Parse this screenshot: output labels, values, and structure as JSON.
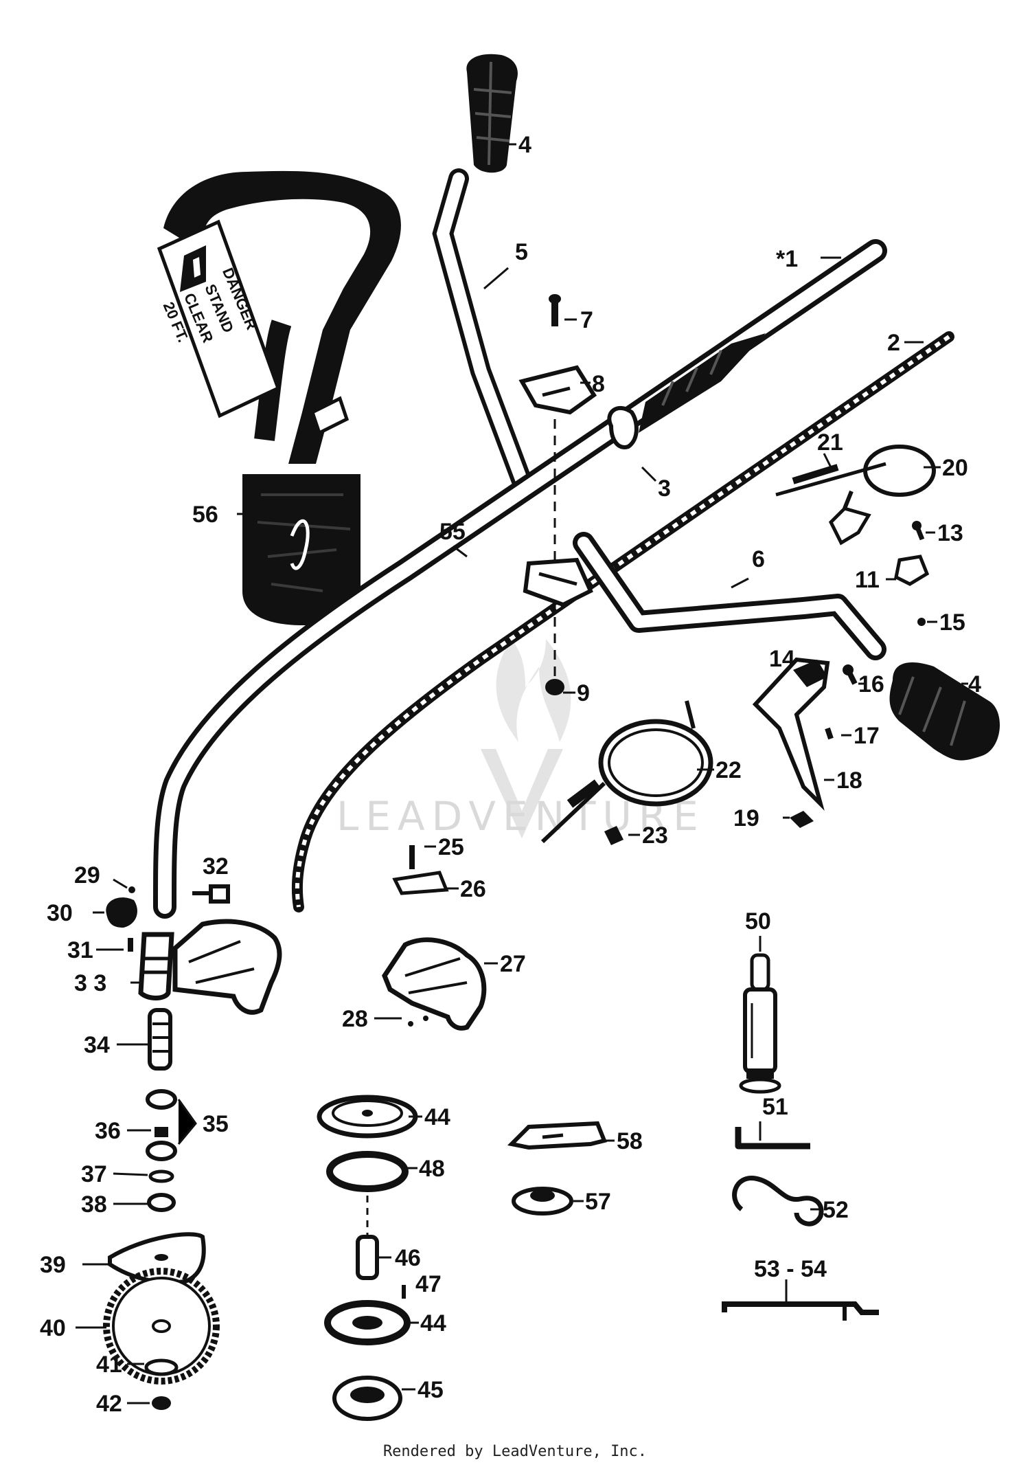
{
  "diagram": {
    "warning_sign": [
      "DANGER",
      "STAND",
      "CLEAR",
      "20 FT."
    ],
    "watermark": "LEADVENTURE",
    "labels": [
      {
        "id": "4a",
        "text": "4"
      },
      {
        "id": "5",
        "text": "5"
      },
      {
        "id": "1",
        "text": "*1"
      },
      {
        "id": "7",
        "text": "7"
      },
      {
        "id": "2",
        "text": "2"
      },
      {
        "id": "8",
        "text": "8"
      },
      {
        "id": "3",
        "text": "3"
      },
      {
        "id": "21",
        "text": "21"
      },
      {
        "id": "20",
        "text": "20"
      },
      {
        "id": "56",
        "text": "56"
      },
      {
        "id": "55",
        "text": "55"
      },
      {
        "id": "13",
        "text": "13"
      },
      {
        "id": "6",
        "text": "6"
      },
      {
        "id": "11",
        "text": "11"
      },
      {
        "id": "15",
        "text": "15"
      },
      {
        "id": "14",
        "text": "14"
      },
      {
        "id": "16",
        "text": "16"
      },
      {
        "id": "4b",
        "text": "4"
      },
      {
        "id": "9",
        "text": "9"
      },
      {
        "id": "17",
        "text": "17"
      },
      {
        "id": "22",
        "text": "22"
      },
      {
        "id": "18",
        "text": "18"
      },
      {
        "id": "19",
        "text": "19"
      },
      {
        "id": "23",
        "text": "23"
      },
      {
        "id": "25",
        "text": "25"
      },
      {
        "id": "29",
        "text": "29"
      },
      {
        "id": "32",
        "text": "32"
      },
      {
        "id": "26",
        "text": "26"
      },
      {
        "id": "30",
        "text": "30"
      },
      {
        "id": "50",
        "text": "50"
      },
      {
        "id": "31",
        "text": "31"
      },
      {
        "id": "27",
        "text": "27"
      },
      {
        "id": "33",
        "text": "3 3"
      },
      {
        "id": "28",
        "text": "28"
      },
      {
        "id": "34",
        "text": "34"
      },
      {
        "id": "44a",
        "text": "44"
      },
      {
        "id": "36",
        "text": "36"
      },
      {
        "id": "35",
        "text": "35"
      },
      {
        "id": "51",
        "text": "51"
      },
      {
        "id": "58",
        "text": "58"
      },
      {
        "id": "48",
        "text": "48"
      },
      {
        "id": "37",
        "text": "37"
      },
      {
        "id": "52",
        "text": "52"
      },
      {
        "id": "38",
        "text": "38"
      },
      {
        "id": "57",
        "text": "57"
      },
      {
        "id": "39",
        "text": "39"
      },
      {
        "id": "46",
        "text": "46"
      },
      {
        "id": "47",
        "text": "47"
      },
      {
        "id": "53-54",
        "text": "53 - 54"
      },
      {
        "id": "40",
        "text": "40"
      },
      {
        "id": "44b",
        "text": "44"
      },
      {
        "id": "41",
        "text": "41"
      },
      {
        "id": "45",
        "text": "45"
      },
      {
        "id": "42",
        "text": "42"
      }
    ]
  },
  "footer": {
    "text": "Rendered by LeadVenture, Inc."
  }
}
